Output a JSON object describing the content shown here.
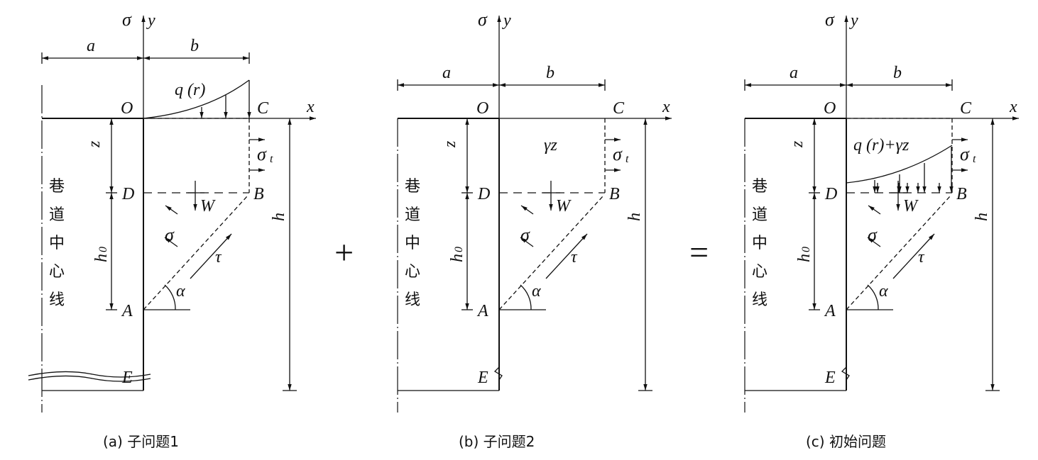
{
  "labels": {
    "sigma_axis": "σ",
    "y_axis": "y",
    "x_axis": "x",
    "a": "a",
    "b": "b",
    "O": "O",
    "C": "C",
    "D": "D",
    "B": "B",
    "A": "A",
    "E": "E",
    "z": "z",
    "h0": "h",
    "h0_sub": "0",
    "h": "h",
    "W": "W",
    "sigma": "σ",
    "tau": "τ",
    "alpha": "α",
    "sigma_t": "σ",
    "sigma_t_sub": "t",
    "centerline": [
      "巷",
      "道",
      "中",
      "心",
      "线"
    ]
  },
  "panels": [
    {
      "id": "a",
      "caption": "(a)  子问题1",
      "load_label": "q (r)"
    },
    {
      "id": "b",
      "caption": "(b)  子问题2",
      "load_label": "γz"
    },
    {
      "id": "c",
      "caption": "(c)  初始问题",
      "load_label": "q (r)+γz"
    }
  ],
  "operators": {
    "plus": "+",
    "equals": "="
  }
}
